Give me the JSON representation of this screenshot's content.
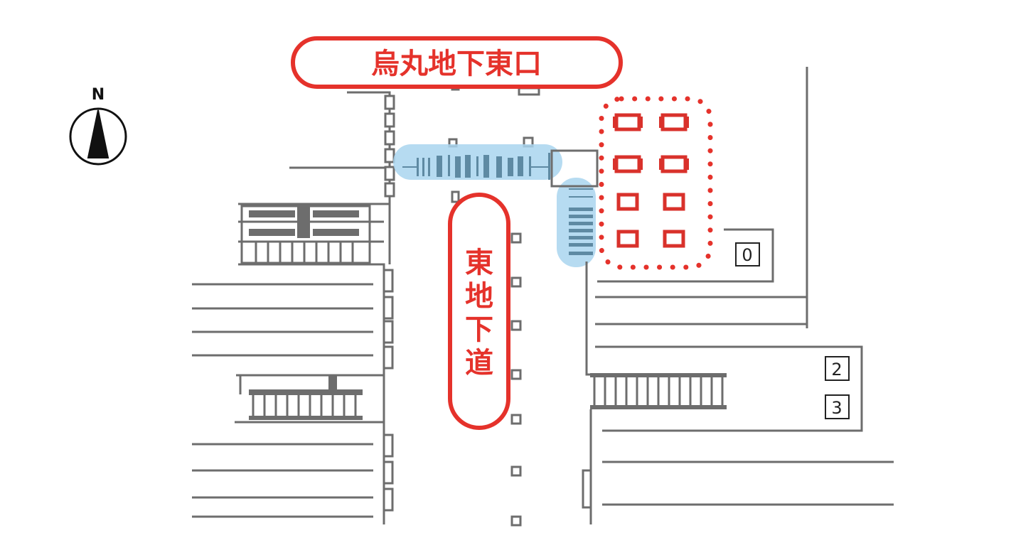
{
  "compass": {
    "label": "N"
  },
  "signs": {
    "exit_name": "烏丸地下東口",
    "passage_name": [
      "東",
      "地",
      "下",
      "道"
    ]
  },
  "exit_numbers": [
    "0",
    "2",
    "3"
  ],
  "colors": {
    "sign_red": "#e5322b",
    "highlight_blue": "#a9d5ee",
    "wall_gray": "#6d6d6d"
  }
}
